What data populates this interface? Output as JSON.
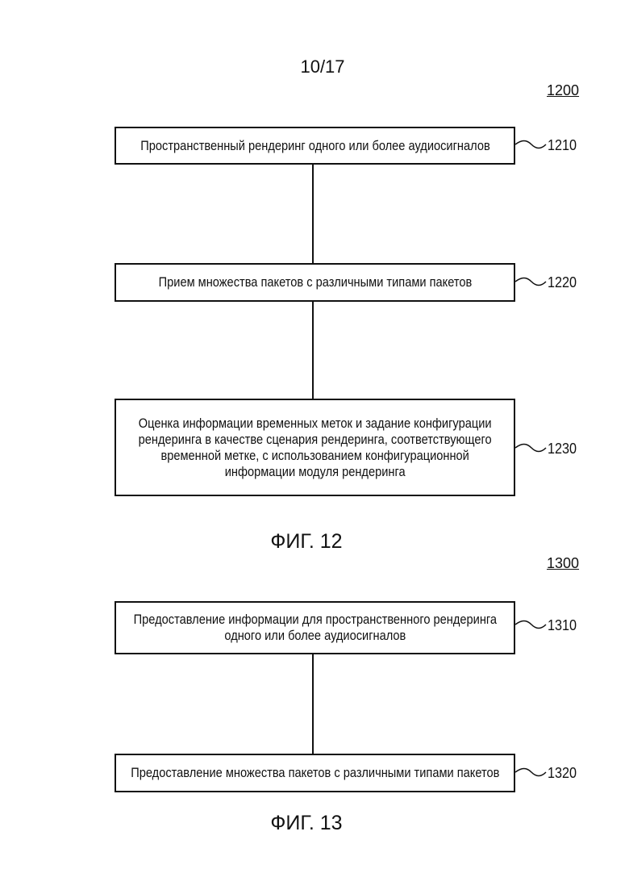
{
  "page_number": "10/17",
  "figure12": {
    "ref": "1200",
    "title": "ФИГ. 12",
    "steps": [
      {
        "ref": "1210",
        "text": "Пространственный рендеринг одного или более аудиосигналов"
      },
      {
        "ref": "1220",
        "text": "Прием множества пакетов с различными типами пакетов"
      },
      {
        "ref": "1230",
        "lines": [
          "Оценка информации временных меток и задание конфигурации",
          "рендеринга в качестве сценария рендеринга, соответствующего",
          "временной метке, с использованием конфигурационной",
          "информации модуля рендеринга"
        ]
      }
    ]
  },
  "figure13": {
    "ref": "1300",
    "title": "ФИГ. 13",
    "steps": [
      {
        "ref": "1310",
        "lines": [
          "Предоставление информации для пространственного рендеринга",
          "одного или более аудиосигналов"
        ]
      },
      {
        "ref": "1320",
        "text": "Предоставление множества пакетов с различными типами пакетов"
      }
    ]
  }
}
